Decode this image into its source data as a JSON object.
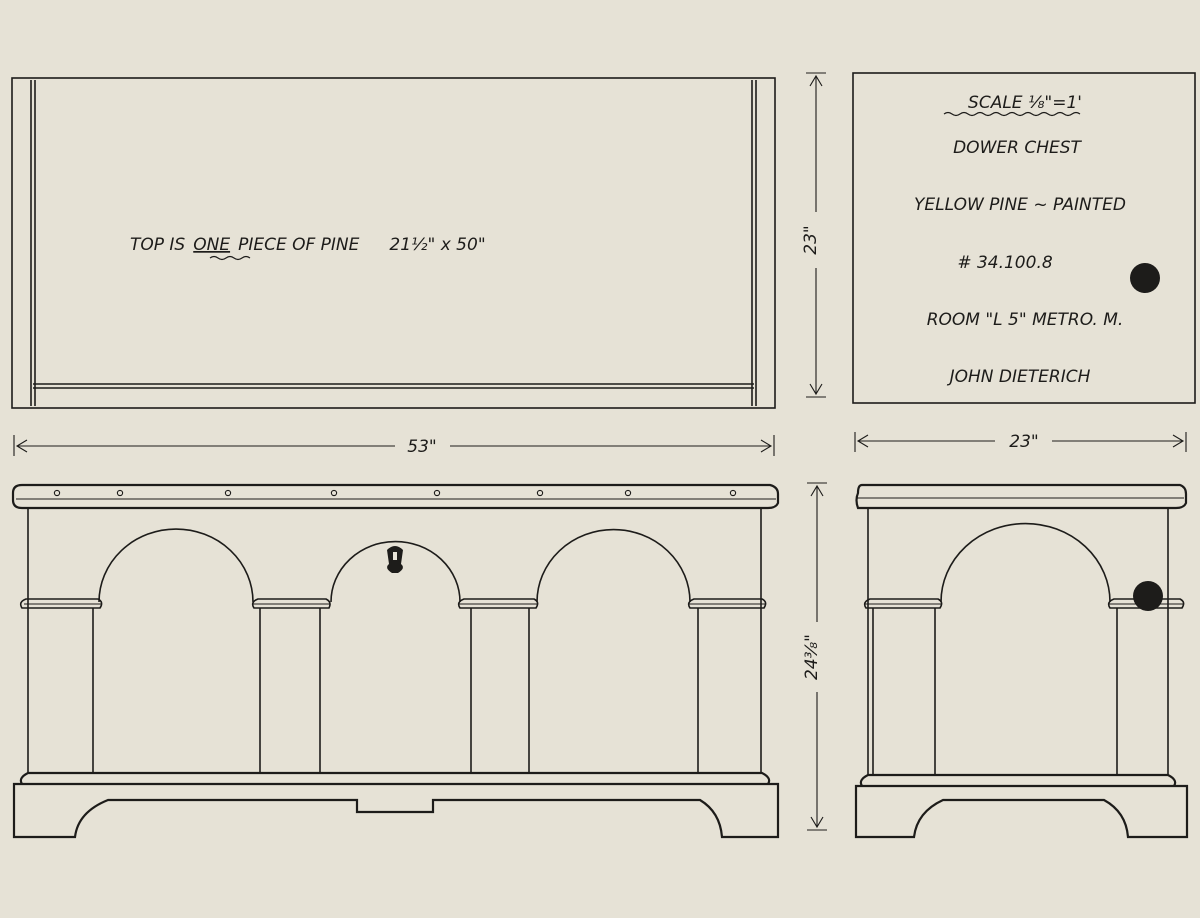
{
  "top_view": {
    "note_prefix": "TOP IS",
    "note_emphasis": "ONE",
    "note_suffix": "PIECE OF PINE",
    "note_dimensions": "21½\" x 50\""
  },
  "dimensions": {
    "top_depth": "23\"",
    "front_width": "53\"",
    "side_width": "23\"",
    "height": "24⅜\""
  },
  "title_block": {
    "scale": "SCALE ⅛\"=1'",
    "object": "DOWER CHEST",
    "material": "YELLOW PINE ~ PAINTED",
    "catalog_number": "# 34.100.8",
    "location": "ROOM \"L 5\" METRO. M.",
    "artist": "JOHN DIETERICH"
  },
  "colors": {
    "paper": "#e6e2d6",
    "ink": "#1d1c1a"
  }
}
